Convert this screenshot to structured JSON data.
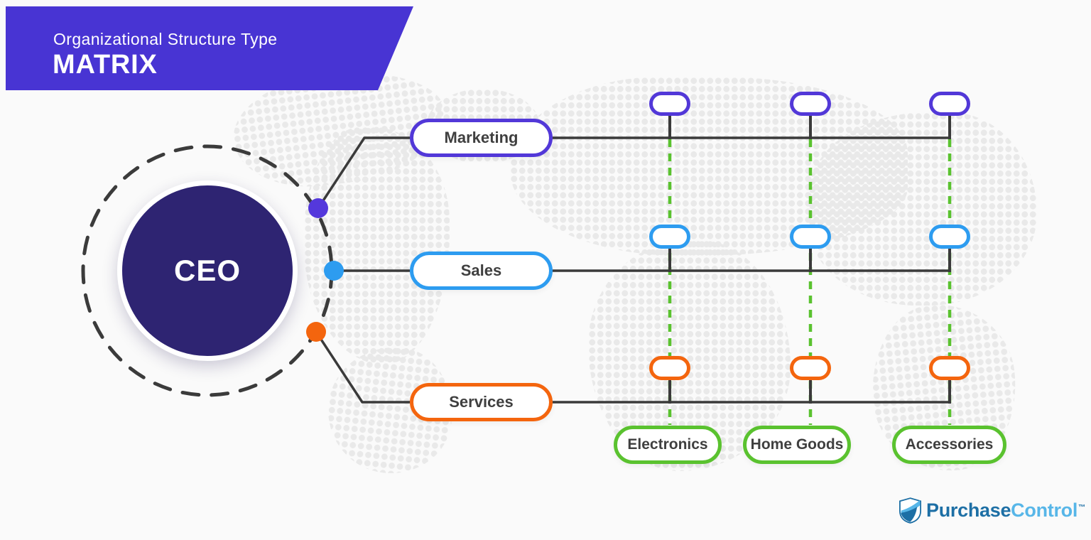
{
  "header": {
    "subtitle": "Organizational Structure Type",
    "title": "MATRIX",
    "background_color": "#4834d3",
    "text_color": "#ffffff"
  },
  "chart": {
    "type": "org-matrix-diagram",
    "root": {
      "label": "CEO",
      "fill_color": "#2e2472",
      "ring_color": "#3b3b3b"
    },
    "departments": [
      {
        "label": "Marketing",
        "color": "#5238d8"
      },
      {
        "label": "Sales",
        "color": "#2d9cf0"
      },
      {
        "label": "Services",
        "color": "#f4650e"
      }
    ],
    "products": [
      {
        "label": "Electronics",
        "color": "#5ac22f"
      },
      {
        "label": "Home Goods",
        "color": "#5ac22f"
      },
      {
        "label": "Accessories",
        "color": "#5ac22f"
      }
    ],
    "matrix_nodes": "3 rows (Marketing, Sales, Services) x 3 columns (Electronics, Home Goods, Accessories)",
    "connector_color": "#3a3a3a",
    "grid_dash_color": "#5ac22f"
  },
  "logo": {
    "name_part1": "Purchase",
    "name_part2": "Control",
    "trademark": "™",
    "dark_blue": "#1d6fa5",
    "light_blue": "#57b6e8"
  }
}
